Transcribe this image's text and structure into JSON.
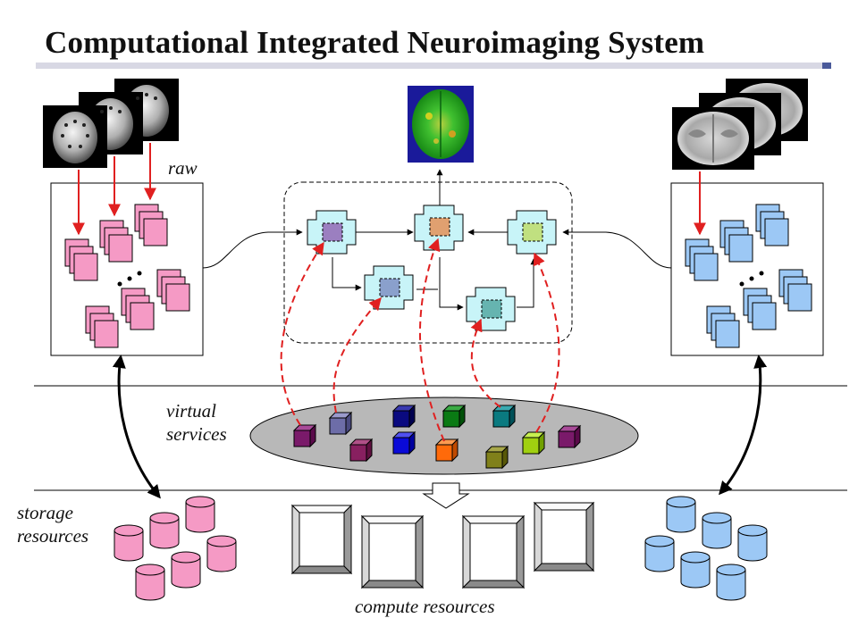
{
  "title": "Computational Integrated Neuroimaging System",
  "labels": {
    "raw": "raw",
    "virtual_services": [
      "virtual",
      "services"
    ],
    "storage_resources": [
      "storage",
      "resources"
    ],
    "compute_resources": "compute resources"
  },
  "colors": {
    "raw_data": "#f59ac5",
    "processed_data": "#9cc8f5",
    "workflow_node": "#c8f4f8",
    "arrow_red": "#e02020",
    "service_cloud": "#b8b8b8"
  },
  "workflow_services": [
    "#9b7fc0",
    "#e0a070",
    "#c0e080",
    "#8aa0cc",
    "#66b4b0"
  ],
  "virtual_service_cubes": [
    "#7a1a6a",
    "#6d6da8",
    "#0a0a80",
    "#0a7a14",
    "#0a7a80",
    "#882060",
    "#0a0ad8",
    "#ff6a0a",
    "#80801a",
    "#a0d010",
    "#7a1a6a"
  ]
}
